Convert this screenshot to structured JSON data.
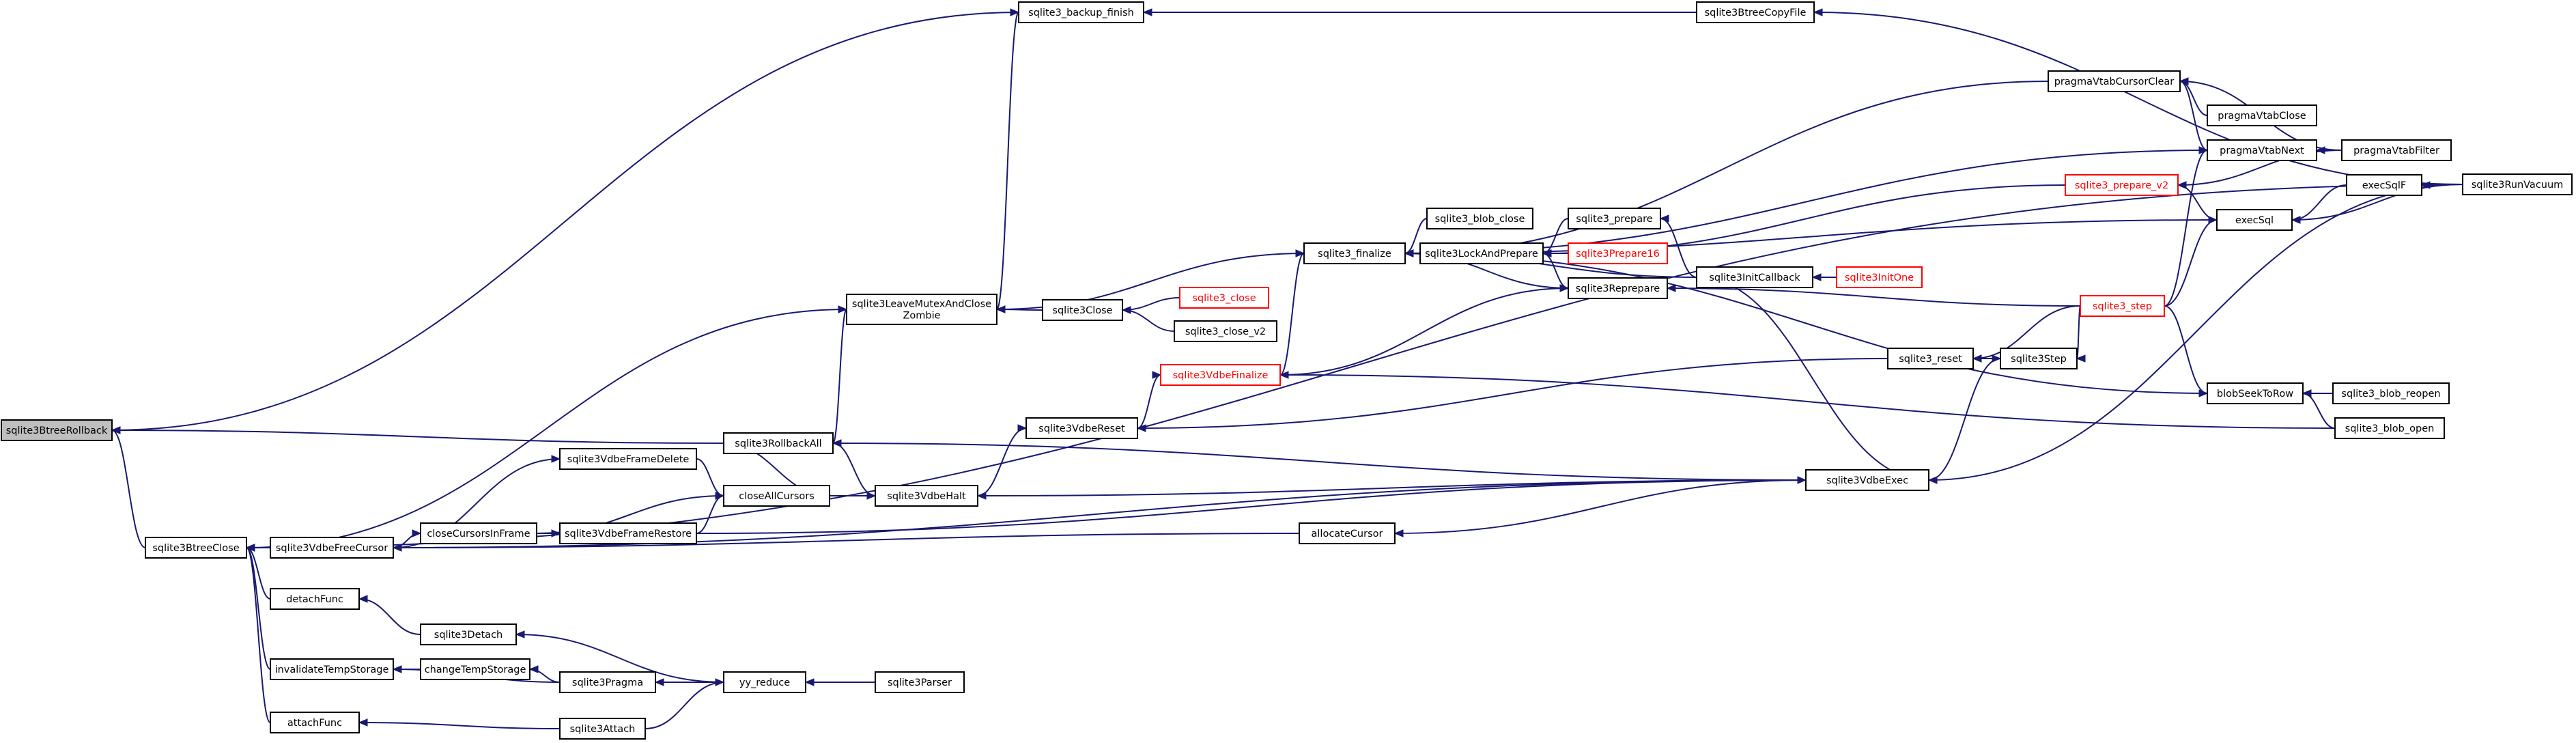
{
  "nodes": [
    {
      "id": "rollback",
      "label": [
        "sqlite3BtreeRollback"
      ],
      "highlight": true,
      "red": false
    },
    {
      "id": "btreeclose",
      "label": [
        "sqlite3BtreeClose"
      ],
      "highlight": false,
      "red": false
    },
    {
      "id": "backupfinish",
      "label": [
        "sqlite3_backup_finish"
      ],
      "highlight": false,
      "red": false
    },
    {
      "id": "copyfile",
      "label": [
        "sqlite3BtreeCopyFile"
      ],
      "highlight": false,
      "red": false
    },
    {
      "id": "runvacuum",
      "label": [
        "sqlite3RunVacuum"
      ],
      "highlight": false,
      "red": false
    },
    {
      "id": "leavemutex",
      "label": [
        "sqlite3LeaveMutexAndClose",
        "Zombie"
      ],
      "highlight": false,
      "red": false
    },
    {
      "id": "rollbackall",
      "label": [
        "sqlite3RollbackAll"
      ],
      "highlight": false,
      "red": false
    },
    {
      "id": "vdbefreecursor",
      "label": [
        "sqlite3VdbeFreeCursor"
      ],
      "highlight": false,
      "red": false
    },
    {
      "id": "vdbeframedelete",
      "label": [
        "sqlite3VdbeFrameDelete"
      ],
      "highlight": false,
      "red": false
    },
    {
      "id": "closecursorsinframe",
      "label": [
        "closeCursorsInFrame"
      ],
      "highlight": false,
      "red": false
    },
    {
      "id": "vdbeframerestore",
      "label": [
        "sqlite3VdbeFrameRestore"
      ],
      "highlight": false,
      "red": false
    },
    {
      "id": "closeallcursors",
      "label": [
        "closeAllCursors"
      ],
      "highlight": false,
      "red": false
    },
    {
      "id": "vdbehalt",
      "label": [
        "sqlite3VdbeHalt"
      ],
      "highlight": false,
      "red": false
    },
    {
      "id": "vdbereset",
      "label": [
        "sqlite3VdbeReset"
      ],
      "highlight": false,
      "red": false
    },
    {
      "id": "vdbefinalize",
      "label": [
        "sqlite3VdbeFinalize"
      ],
      "highlight": false,
      "red": true
    },
    {
      "id": "finalize",
      "label": [
        "sqlite3_finalize"
      ],
      "highlight": false,
      "red": false
    },
    {
      "id": "sqlite3close",
      "label": [
        "sqlite3Close"
      ],
      "highlight": false,
      "red": false
    },
    {
      "id": "close",
      "label": [
        "sqlite3_close"
      ],
      "highlight": false,
      "red": true
    },
    {
      "id": "closev2",
      "label": [
        "sqlite3_close_v2"
      ],
      "highlight": false,
      "red": false
    },
    {
      "id": "blobclose",
      "label": [
        "sqlite3_blob_close"
      ],
      "highlight": false,
      "red": false
    },
    {
      "id": "lockandprepare",
      "label": [
        "sqlite3LockAndPrepare"
      ],
      "highlight": false,
      "red": false
    },
    {
      "id": "prepare",
      "label": [
        "sqlite3_prepare"
      ],
      "highlight": false,
      "red": false
    },
    {
      "id": "prepare16",
      "label": [
        "sqlite3Prepare16"
      ],
      "highlight": false,
      "red": true
    },
    {
      "id": "reprepare",
      "label": [
        "sqlite3Reprepare"
      ],
      "highlight": false,
      "red": false
    },
    {
      "id": "initcallback",
      "label": [
        "sqlite3InitCallback"
      ],
      "highlight": false,
      "red": false
    },
    {
      "id": "initone",
      "label": [
        "sqlite3InitOne"
      ],
      "highlight": false,
      "red": true
    },
    {
      "id": "reset",
      "label": [
        "sqlite3_reset"
      ],
      "highlight": false,
      "red": false
    },
    {
      "id": "sqlite3step",
      "label": [
        "sqlite3Step"
      ],
      "highlight": false,
      "red": false
    },
    {
      "id": "step",
      "label": [
        "sqlite3_step"
      ],
      "highlight": false,
      "red": true
    },
    {
      "id": "vdbeexec",
      "label": [
        "sqlite3VdbeExec"
      ],
      "highlight": false,
      "red": false
    },
    {
      "id": "allocatecursor",
      "label": [
        "allocateCursor"
      ],
      "highlight": false,
      "red": false
    },
    {
      "id": "pvcursorclear",
      "label": [
        "pragmaVtabCursorClear"
      ],
      "highlight": false,
      "red": false
    },
    {
      "id": "pvclose",
      "label": [
        "pragmaVtabClose"
      ],
      "highlight": false,
      "red": false
    },
    {
      "id": "pvnext",
      "label": [
        "pragmaVtabNext"
      ],
      "highlight": false,
      "red": false
    },
    {
      "id": "pvfilter",
      "label": [
        "pragmaVtabFilter"
      ],
      "highlight": false,
      "red": false
    },
    {
      "id": "preparev2",
      "label": [
        "sqlite3_prepare_v2"
      ],
      "highlight": false,
      "red": true
    },
    {
      "id": "execsql",
      "label": [
        "execSql"
      ],
      "highlight": false,
      "red": false
    },
    {
      "id": "execsqlf",
      "label": [
        "execSqlF"
      ],
      "highlight": false,
      "red": false
    },
    {
      "id": "blobseektorow",
      "label": [
        "blobSeekToRow"
      ],
      "highlight": false,
      "red": false
    },
    {
      "id": "blobreopen",
      "label": [
        "sqlite3_blob_reopen"
      ],
      "highlight": false,
      "red": false
    },
    {
      "id": "blobopen",
      "label": [
        "sqlite3_blob_open"
      ],
      "highlight": false,
      "red": false
    },
    {
      "id": "detachfunc",
      "label": [
        "detachFunc"
      ],
      "highlight": false,
      "red": false
    },
    {
      "id": "detach",
      "label": [
        "sqlite3Detach"
      ],
      "highlight": false,
      "red": false
    },
    {
      "id": "invalidatetemp",
      "label": [
        "invalidateTempStorage"
      ],
      "highlight": false,
      "red": false
    },
    {
      "id": "changetemp",
      "label": [
        "changeTempStorage"
      ],
      "highlight": false,
      "red": false
    },
    {
      "id": "pragma",
      "label": [
        "sqlite3Pragma"
      ],
      "highlight": false,
      "red": false
    },
    {
      "id": "yyreduce",
      "label": [
        "yy_reduce"
      ],
      "highlight": false,
      "red": false
    },
    {
      "id": "parser",
      "label": [
        "sqlite3Parser"
      ],
      "highlight": false,
      "red": false
    },
    {
      "id": "attachfunc",
      "label": [
        "attachFunc"
      ],
      "highlight": false,
      "red": false
    },
    {
      "id": "attach",
      "label": [
        "sqlite3Attach"
      ],
      "highlight": false,
      "red": false
    }
  ],
  "edges": [
    [
      "btreeclose",
      "rollback"
    ],
    [
      "backupfinish",
      "rollback"
    ],
    [
      "rollbackall",
      "rollback"
    ],
    [
      "copyfile",
      "backupfinish"
    ],
    [
      "leavemutex",
      "backupfinish"
    ],
    [
      "runvacuum",
      "copyfile"
    ],
    [
      "runvacuum",
      "btreeclose"
    ],
    [
      "leavemutex",
      "btreeclose"
    ],
    [
      "vdbefreecursor",
      "btreeclose"
    ],
    [
      "detachfunc",
      "btreeclose"
    ],
    [
      "invalidatetemp",
      "btreeclose"
    ],
    [
      "attachfunc",
      "btreeclose"
    ],
    [
      "rollbackall",
      "leavemutex"
    ],
    [
      "closeallcursors",
      "rollbackall"
    ],
    [
      "vdbehalt",
      "rollbackall"
    ],
    [
      "vdbeexec",
      "rollbackall"
    ],
    [
      "sqlite3close",
      "leavemutex"
    ],
    [
      "finalize",
      "leavemutex"
    ],
    [
      "close",
      "sqlite3close"
    ],
    [
      "closev2",
      "sqlite3close"
    ],
    [
      "blobclose",
      "finalize"
    ],
    [
      "lockandprepare",
      "finalize"
    ],
    [
      "reprepare",
      "finalize"
    ],
    [
      "initcallback",
      "finalize"
    ],
    [
      "blobseektorow",
      "finalize"
    ],
    [
      "pvcursorclear",
      "finalize"
    ],
    [
      "pvnext",
      "finalize"
    ],
    [
      "execsql",
      "finalize"
    ],
    [
      "vdbefinalize",
      "finalize"
    ],
    [
      "vdbefinalize",
      "reprepare"
    ],
    [
      "blobopen",
      "vdbefinalize"
    ],
    [
      "vdbereset",
      "vdbefinalize"
    ],
    [
      "reset",
      "vdbereset"
    ],
    [
      "vdbehalt",
      "vdbereset"
    ],
    [
      "prepare",
      "lockandprepare"
    ],
    [
      "prepare16",
      "lockandprepare"
    ],
    [
      "reprepare",
      "lockandprepare"
    ],
    [
      "preparev2",
      "lockandprepare"
    ],
    [
      "step",
      "reprepare"
    ],
    [
      "initcallback",
      "prepare"
    ],
    [
      "initone",
      "initcallback"
    ],
    [
      "vdbeexec",
      "initcallback"
    ],
    [
      "sqlite3step",
      "reset"
    ],
    [
      "step",
      "reset"
    ],
    [
      "step",
      "sqlite3step"
    ],
    [
      "vdbeexec",
      "sqlite3step"
    ],
    [
      "vdbeexec",
      "vdbehalt"
    ],
    [
      "closeallcursors",
      "vdbehalt"
    ],
    [
      "vdbeframedelete",
      "closeallcursors"
    ],
    [
      "closecursorsinframe",
      "closeallcursors"
    ],
    [
      "vdbeframerestore",
      "closeallcursors"
    ],
    [
      "vdbefreecursor",
      "vdbeframedelete"
    ],
    [
      "vdbefreecursor",
      "closecursorsinframe"
    ],
    [
      "closecursorsinframe",
      "vdbeframerestore"
    ],
    [
      "vdbeframerestore",
      "vdbeexec"
    ],
    [
      "allocatecursor",
      "vdbefreecursor"
    ],
    [
      "vdbeexec",
      "vdbefreecursor"
    ],
    [
      "vdbeexec",
      "allocatecursor"
    ],
    [
      "runvacuum",
      "vdbeexec"
    ],
    [
      "step",
      "pvnext"
    ],
    [
      "step",
      "execsql"
    ],
    [
      "step",
      "blobseektorow"
    ],
    [
      "pvcursorclear",
      "pvnext"
    ],
    [
      "pvclose",
      "pvcursorclear"
    ],
    [
      "pvfilter",
      "pvcursorclear"
    ],
    [
      "pvfilter",
      "pvnext"
    ],
    [
      "pvfilter",
      "preparev2"
    ],
    [
      "execsql",
      "preparev2"
    ],
    [
      "execsqlf",
      "execsql"
    ],
    [
      "runvacuum",
      "execsql"
    ],
    [
      "runvacuum",
      "execsqlf"
    ],
    [
      "blobreopen",
      "blobseektorow"
    ],
    [
      "blobopen",
      "blobseektorow"
    ],
    [
      "detach",
      "detachfunc"
    ],
    [
      "yyreduce",
      "detach"
    ],
    [
      "changetemp",
      "invalidatetemp"
    ],
    [
      "pragma",
      "invalidatetemp"
    ],
    [
      "pragma",
      "changetemp"
    ],
    [
      "yyreduce",
      "pragma"
    ],
    [
      "parser",
      "yyreduce"
    ],
    [
      "attach",
      "yyreduce"
    ],
    [
      "attach",
      "attachfunc"
    ]
  ]
}
